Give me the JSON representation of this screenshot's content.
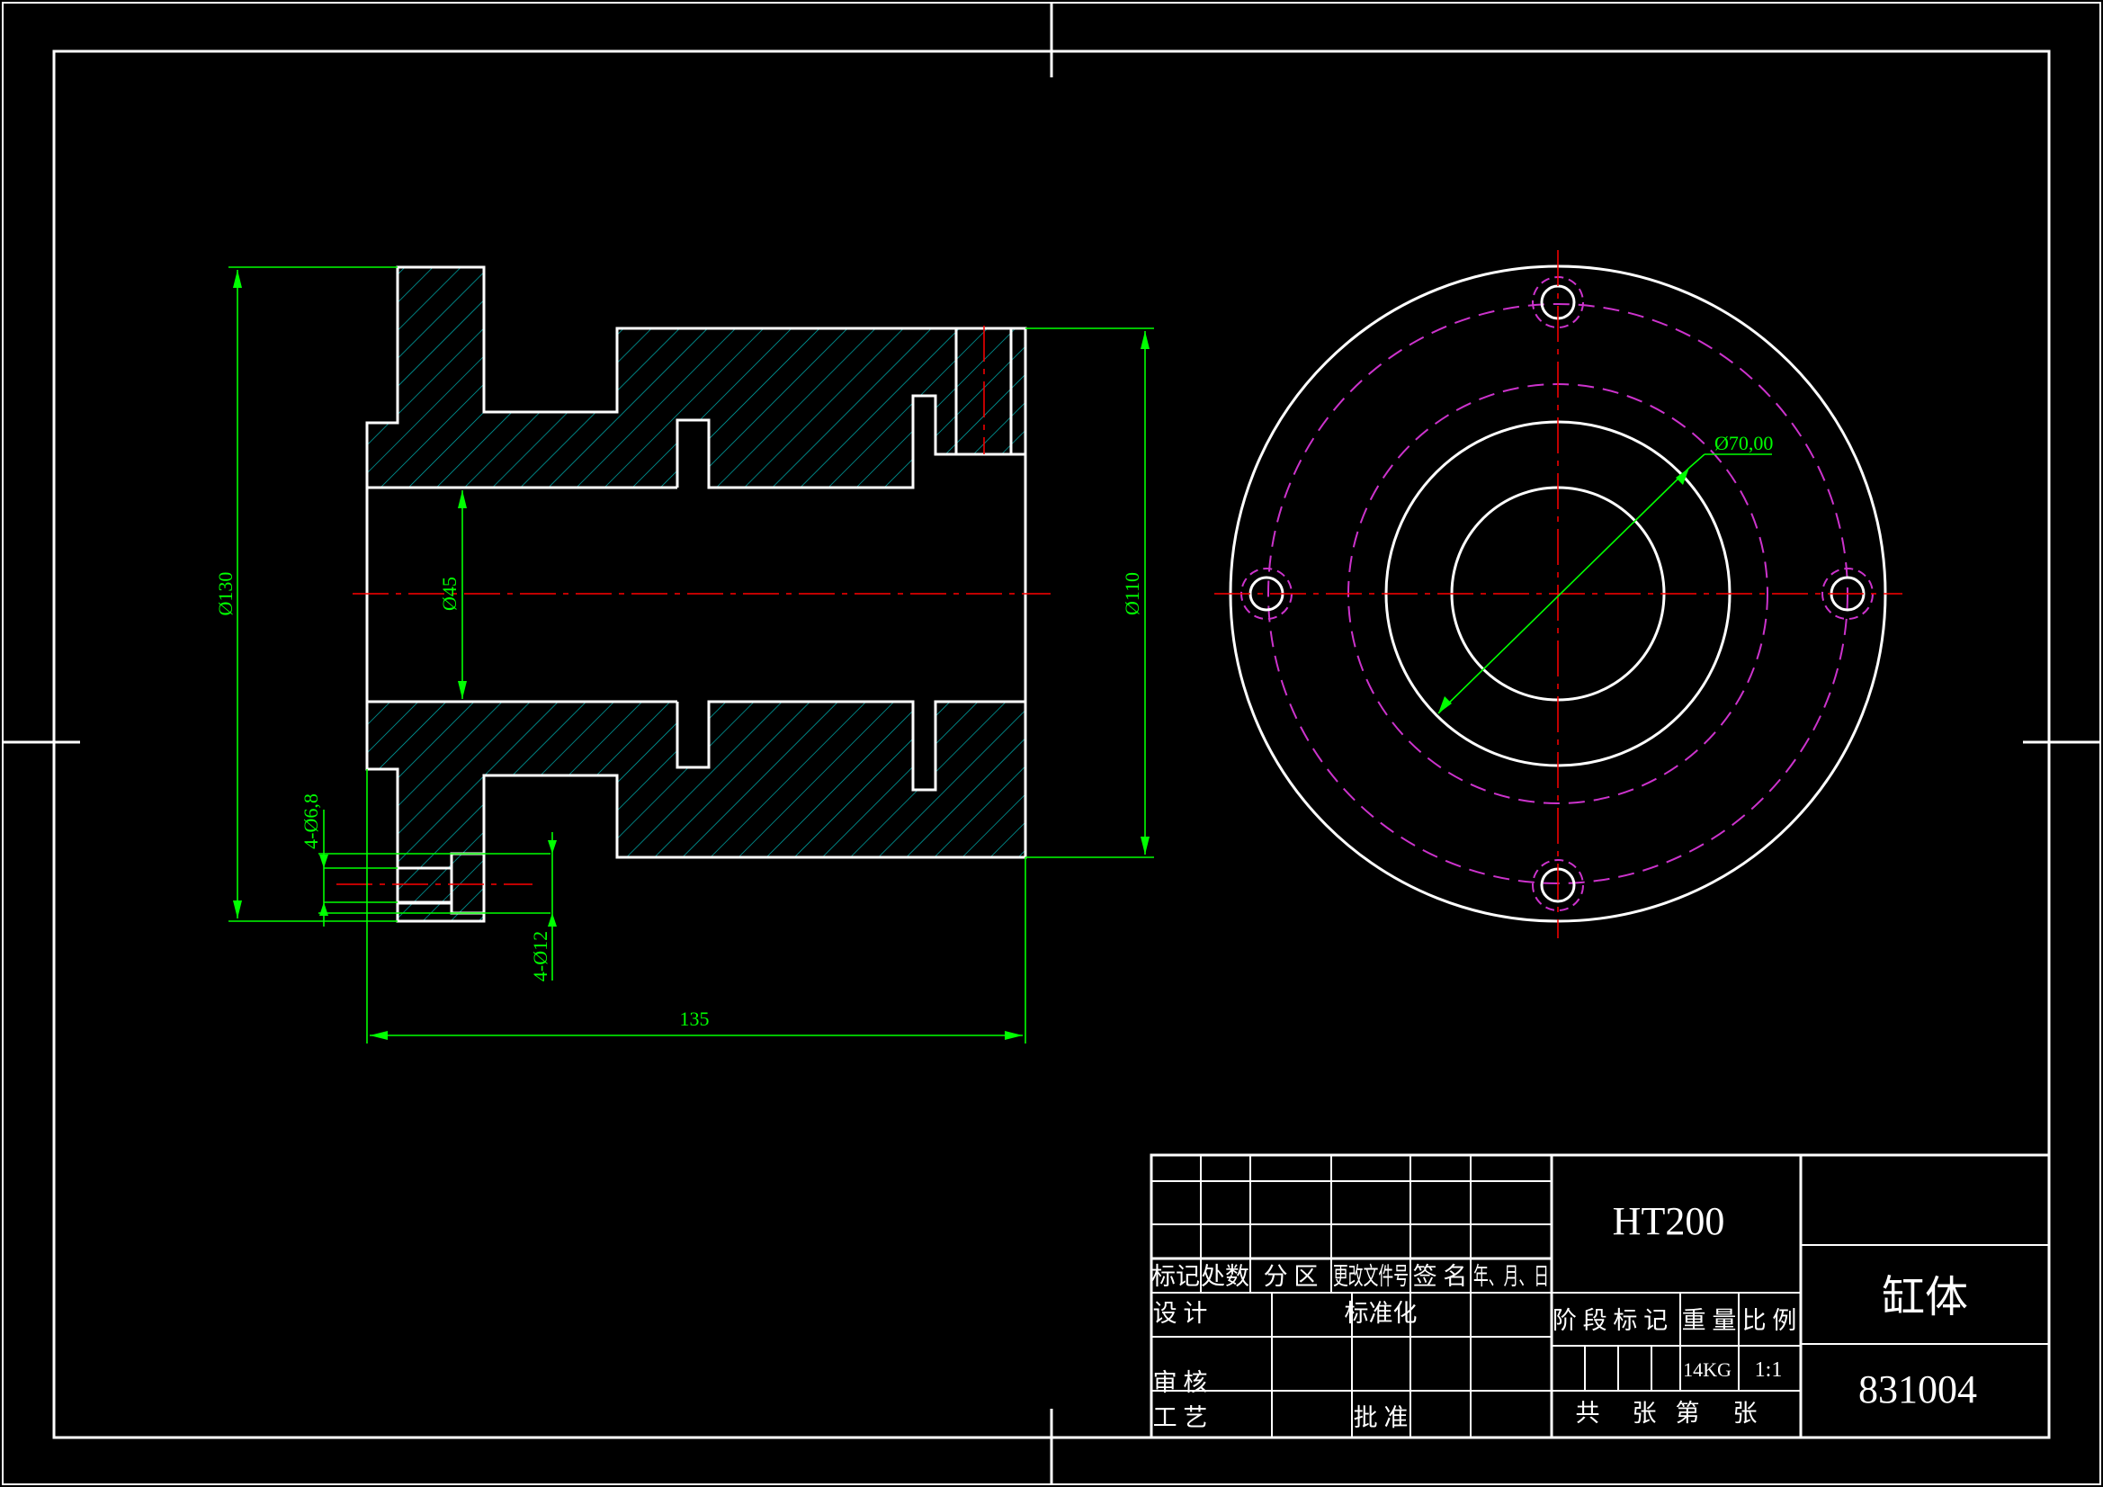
{
  "colors": {
    "background": "#000000",
    "outline": "#ffffff",
    "dimension": "#00ff00",
    "hatch": "#00b4b4",
    "centerline": "#ff0000",
    "hidden": "#cc33cc"
  },
  "dimensions": {
    "outer_diameter": "Ø130",
    "bore_diameter": "Ø45",
    "body_diameter": "Ø110",
    "length": "135",
    "small_hole": "4-Ø6,8",
    "counterbore": "4-Ø12",
    "pitch_circle": "Ø70,00"
  },
  "title_block": {
    "headers": {
      "mark": "标记",
      "count": "处数",
      "zone": "分 区",
      "change_doc": "更改文件号",
      "signature": "签 名",
      "date": "年、月、日"
    },
    "roles": {
      "design": "设 计",
      "standardize": "标准化",
      "review": "审 核",
      "process": "工 艺",
      "approve": "批 准"
    },
    "material": "HT200",
    "stage_mark": "阶 段 标 记",
    "weight_label": "重 量",
    "scale_label": "比 例",
    "weight": "14KG",
    "scale": "1:1",
    "sheet_total": "共",
    "sheet_unit_1": "张",
    "sheet_no": "第",
    "sheet_unit_2": "张",
    "part_name": "缸体",
    "drawing_number": "831004"
  }
}
